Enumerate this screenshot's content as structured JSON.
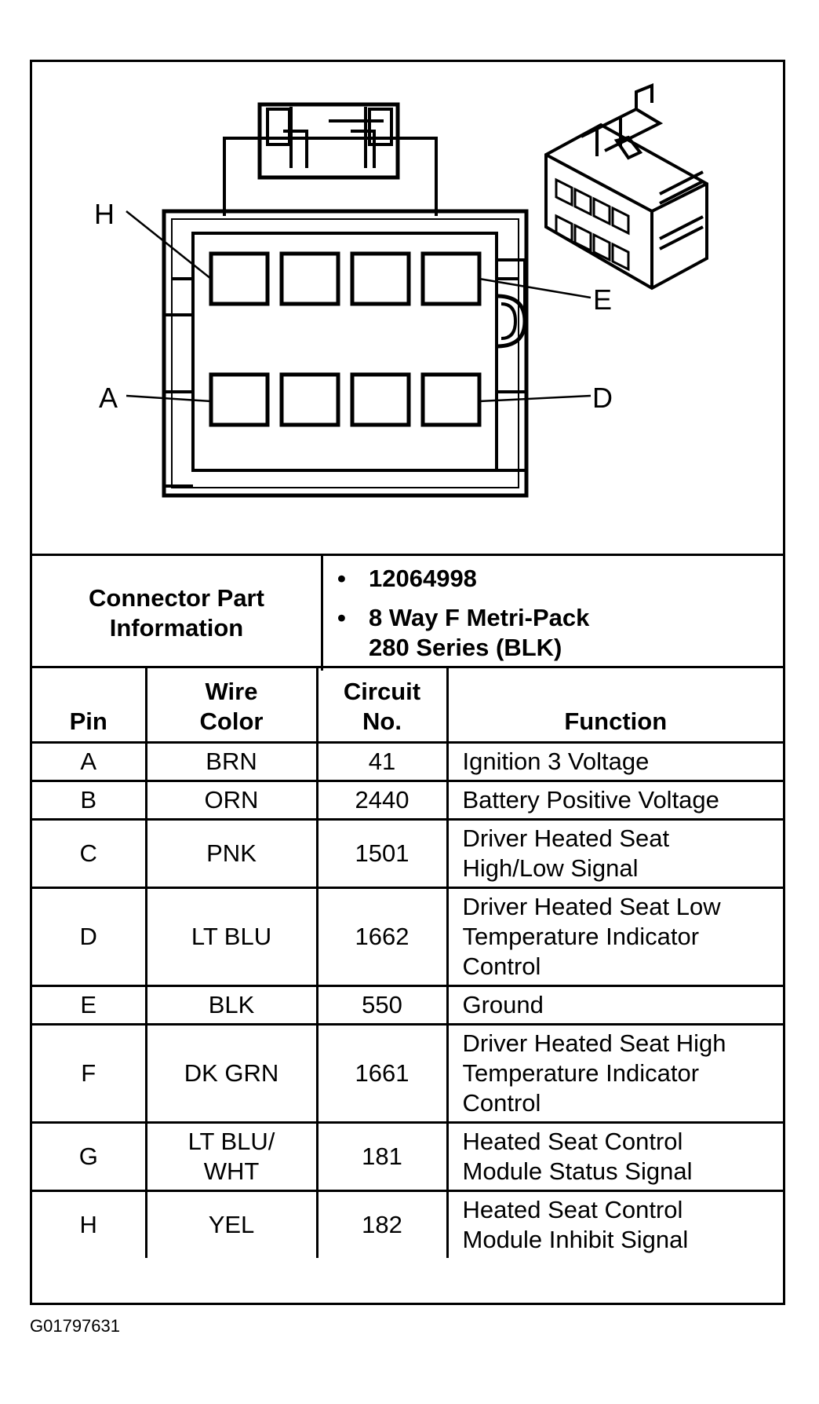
{
  "diagram": {
    "labels": {
      "h": "H",
      "e": "E",
      "a": "A",
      "d": "D"
    }
  },
  "connector_info": {
    "label_line1": "Connector Part",
    "label_line2": "Information",
    "part_number": "12064998",
    "desc_line1": "8 Way F Metri-Pack",
    "desc_line2": "280 Series (BLK)"
  },
  "pin_table": {
    "headers": {
      "pin": "Pin",
      "wire1": "Wire",
      "wire2": "Color",
      "circ1": "Circuit",
      "circ2": "No.",
      "function": "Function"
    },
    "rows": [
      {
        "pin": "A",
        "color": "BRN",
        "circuit": "41",
        "function": [
          "Ignition 3 Voltage"
        ]
      },
      {
        "pin": "B",
        "color": "ORN",
        "circuit": "2440",
        "function": [
          "Battery Positive Voltage"
        ]
      },
      {
        "pin": "C",
        "color": "PNK",
        "circuit": "1501",
        "function": [
          "Driver Heated Seat",
          "High/Low Signal"
        ]
      },
      {
        "pin": "D",
        "color": "LT BLU",
        "circuit": "1662",
        "function": [
          "Driver Heated Seat Low",
          "Temperature Indicator",
          "Control"
        ]
      },
      {
        "pin": "E",
        "color": "BLK",
        "circuit": "550",
        "function": [
          "Ground"
        ]
      },
      {
        "pin": "F",
        "color": "DK GRN",
        "circuit": "1661",
        "function": [
          "Driver Heated Seat High",
          "Temperature Indicator",
          "Control"
        ]
      },
      {
        "pin": "G",
        "color": [
          "LT BLU/",
          "WHT"
        ],
        "circuit": "181",
        "function": [
          "Heated Seat Control",
          "Module Status Signal"
        ]
      },
      {
        "pin": "H",
        "color": "YEL",
        "circuit": "182",
        "function": [
          "Heated Seat Control",
          "Module Inhibit Signal"
        ]
      }
    ]
  },
  "figure_code": "G01797631"
}
